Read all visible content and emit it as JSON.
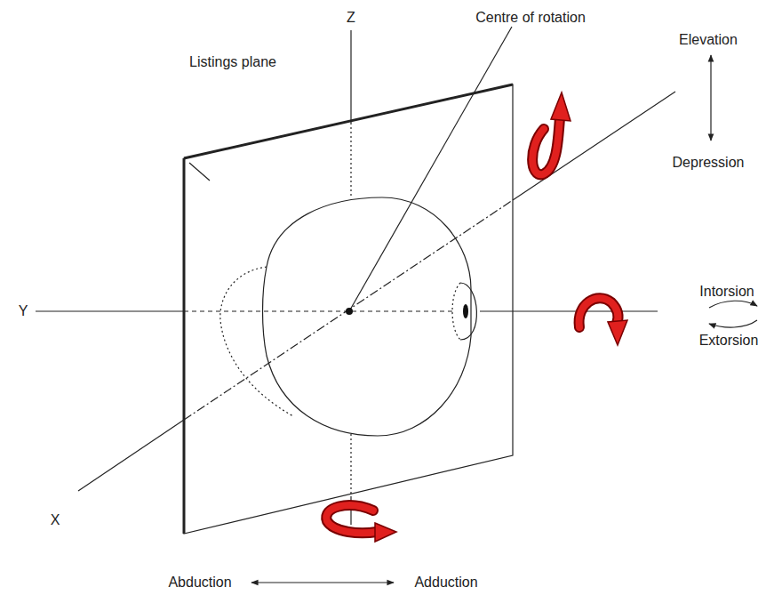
{
  "diagram": {
    "labels": [
      "Z",
      "Centre of rotation",
      "Elevation",
      "Listings plane",
      "Depression",
      "Intorsion",
      "Y",
      "Extorsion",
      "X",
      "Abduction",
      "Adduction"
    ]
  }
}
